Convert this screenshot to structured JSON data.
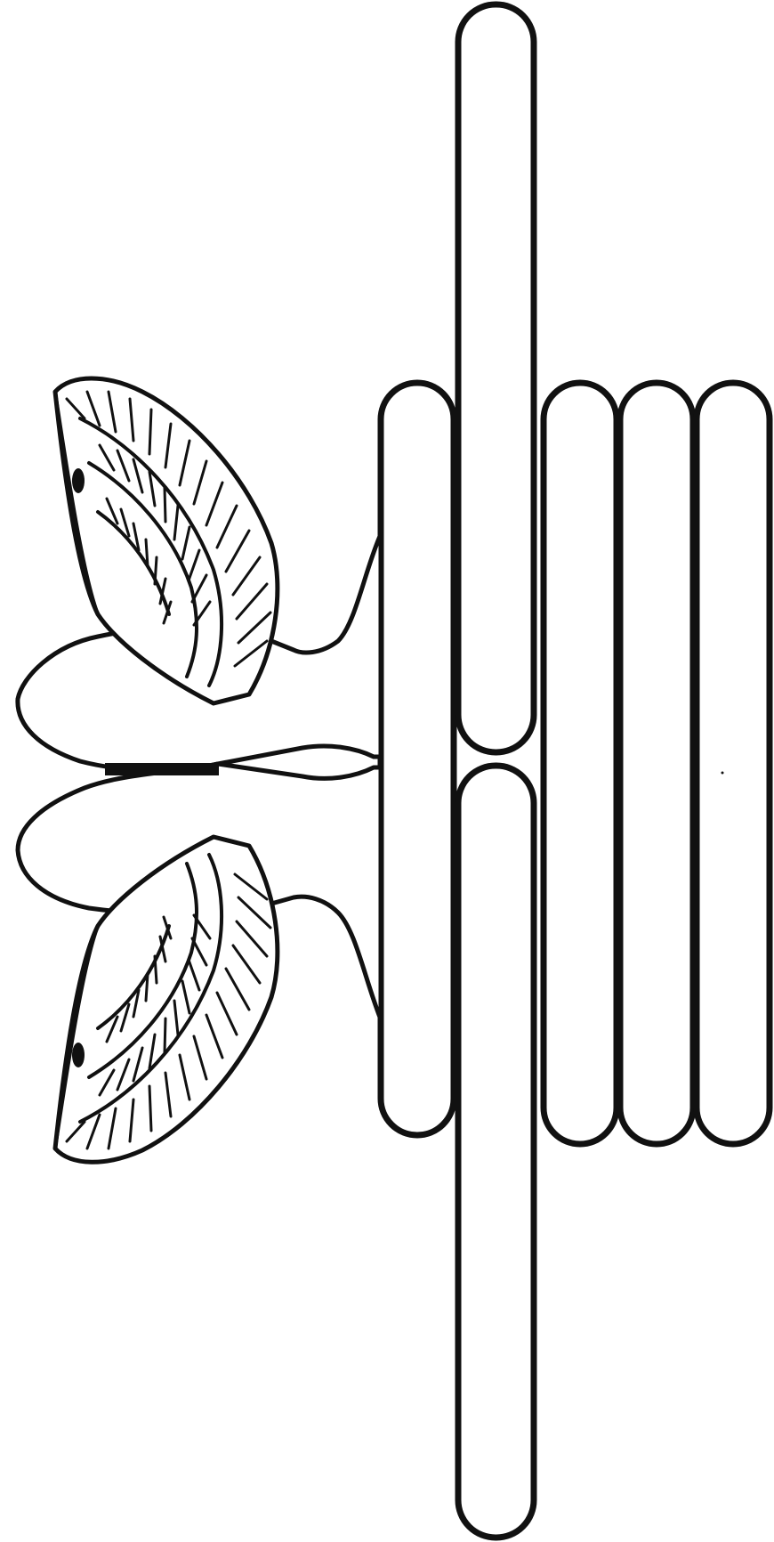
{
  "diagram": {
    "background_color": "#ffffff",
    "line_color": "#111111",
    "elements": [
      "long-rod-upper",
      "long-rod-lower",
      "short-bar-1",
      "short-bar-2",
      "short-bar-3",
      "short-bar-4",
      "left-wing-upper",
      "left-wing-lower",
      "central-stem"
    ]
  }
}
